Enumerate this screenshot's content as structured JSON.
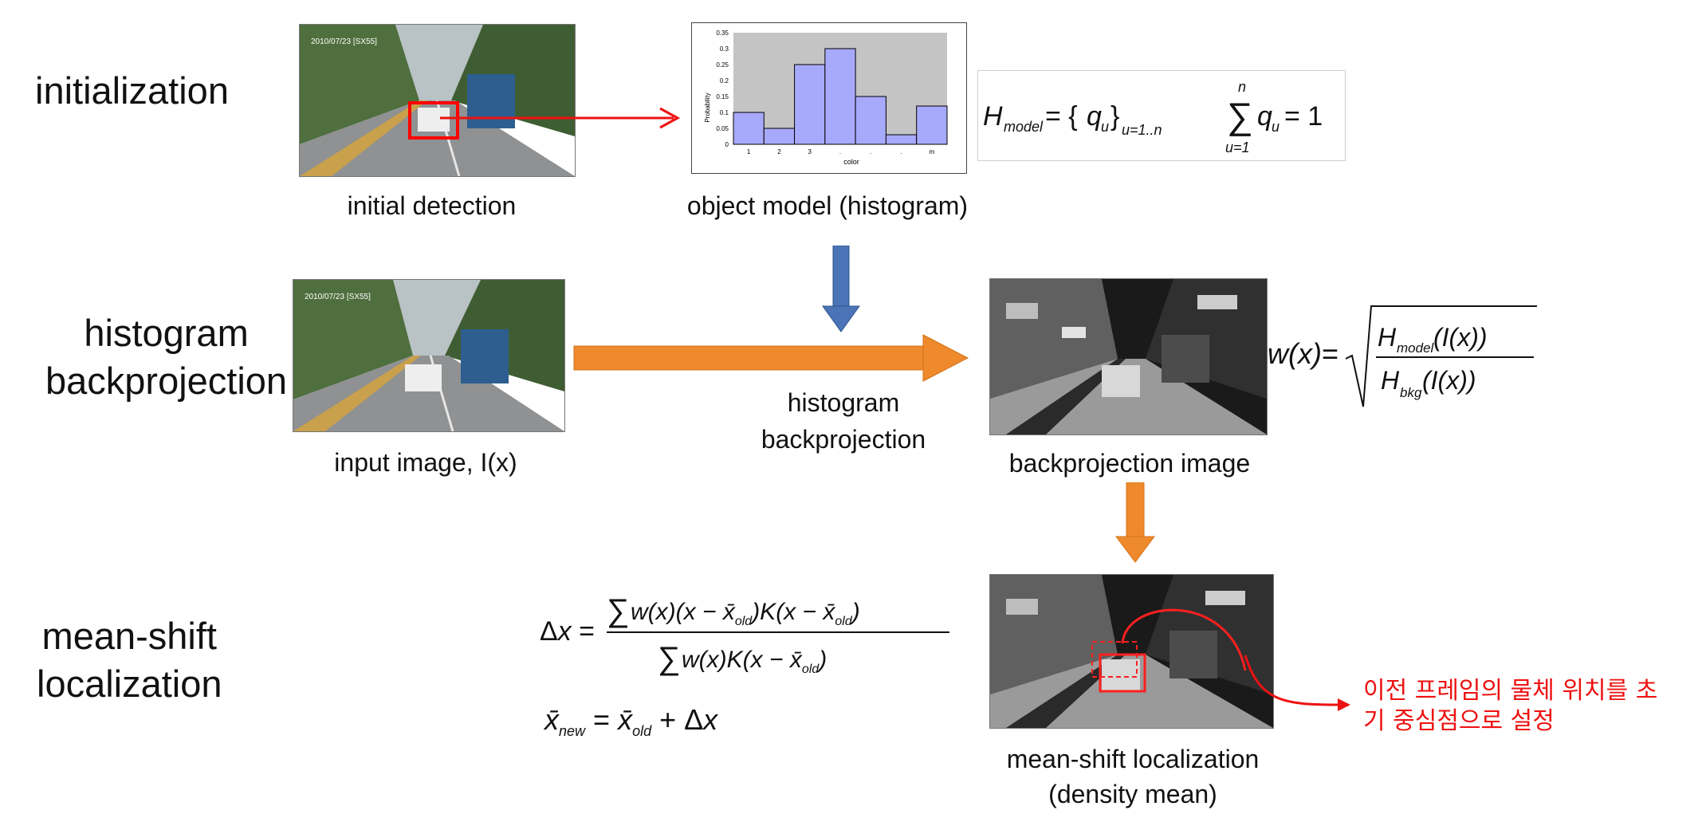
{
  "stages": {
    "initialization": "initialization",
    "histogram_backprojection": [
      "histogram",
      "backprojection"
    ],
    "mean_shift": [
      "mean-shift",
      "localization"
    ]
  },
  "captions": {
    "initial_detection": "initial detection",
    "object_model": "object model (histogram)",
    "input_image": "input image, I(x)",
    "backprojection_image": "backprojection image",
    "meanshift": [
      "mean-shift localization",
      "(density mean)"
    ],
    "histogram_backprojection_arrow": [
      "histogram",
      "backprojection"
    ]
  },
  "annotation": [
    "이전 프레임의 물체 위치를 초",
    "기 중심점으로 설정"
  ],
  "photo_overlay_text": "2010/07/23 [SX55]",
  "histogram_axis": {
    "xlabel": "color",
    "ylabel": "Probability"
  },
  "chart_data": {
    "type": "bar",
    "title": "",
    "xlabel": "color",
    "ylabel": "Probability",
    "categories": [
      "1",
      "2",
      "3",
      ".",
      ".",
      ".",
      "m"
    ],
    "values": [
      0.1,
      0.05,
      0.25,
      0.3,
      0.15,
      0.03,
      0.12
    ],
    "ylim": [
      0,
      0.35
    ],
    "yticks": [
      "0",
      "0.05",
      "0.1",
      "0.15",
      "0.2",
      "0.25",
      "0.3",
      "0.35"
    ],
    "grid": false,
    "colors": {
      "bar": "#a7a9fb",
      "bar_edge": "#000000",
      "plot_bg": "#c4c4c4"
    }
  },
  "colors": {
    "annotation_red": "#ee1111",
    "arrow_orange": "#ee8a2c",
    "arrow_blue": "#4a74b5"
  }
}
